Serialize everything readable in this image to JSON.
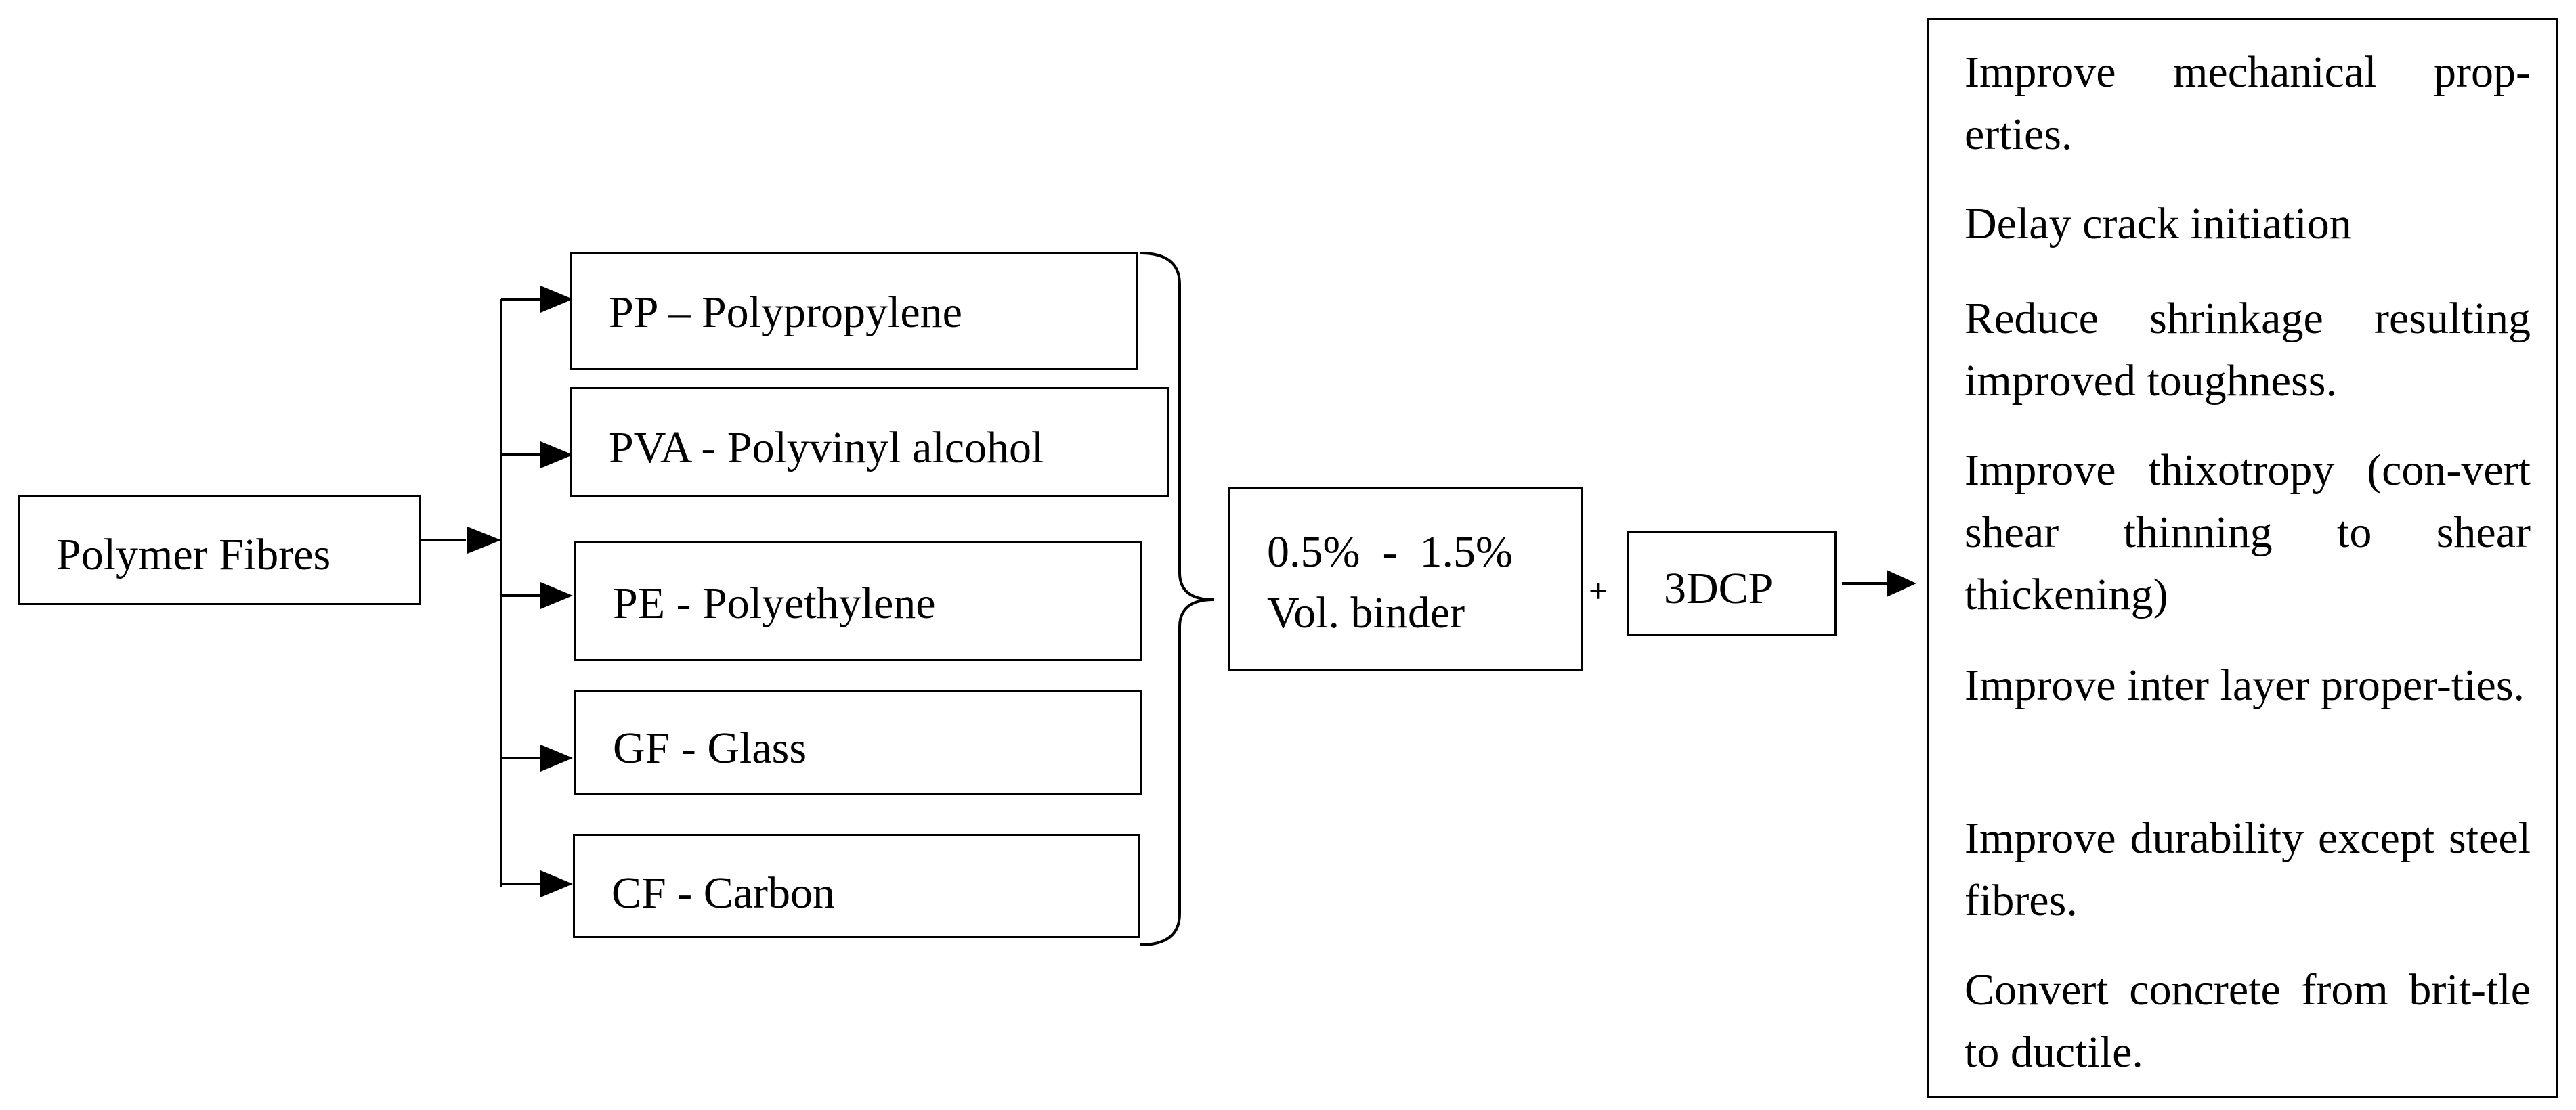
{
  "source": "Polymer Fibres",
  "fibres": [
    "PP – Polypropylene",
    "PVA - Polyvinyl alcohol",
    "PE - Polyethylene",
    "GF - Glass",
    "CF - Carbon"
  ],
  "dosage": {
    "line1": "0.5%  -  1.5%",
    "line2": "Vol. binder"
  },
  "plus": "+",
  "process": "3DCP",
  "outcomes": [
    "Improve mechanical prop-erties.",
    "Delay crack initiation",
    "Reduce shrinkage resulting improved toughness.",
    "Improve thixotropy (con-vert shear thinning to shear thickening)",
    "Improve inter layer proper-ties.",
    "Improve durability except steel fibres.",
    "Convert concrete from brit-tle to ductile."
  ]
}
